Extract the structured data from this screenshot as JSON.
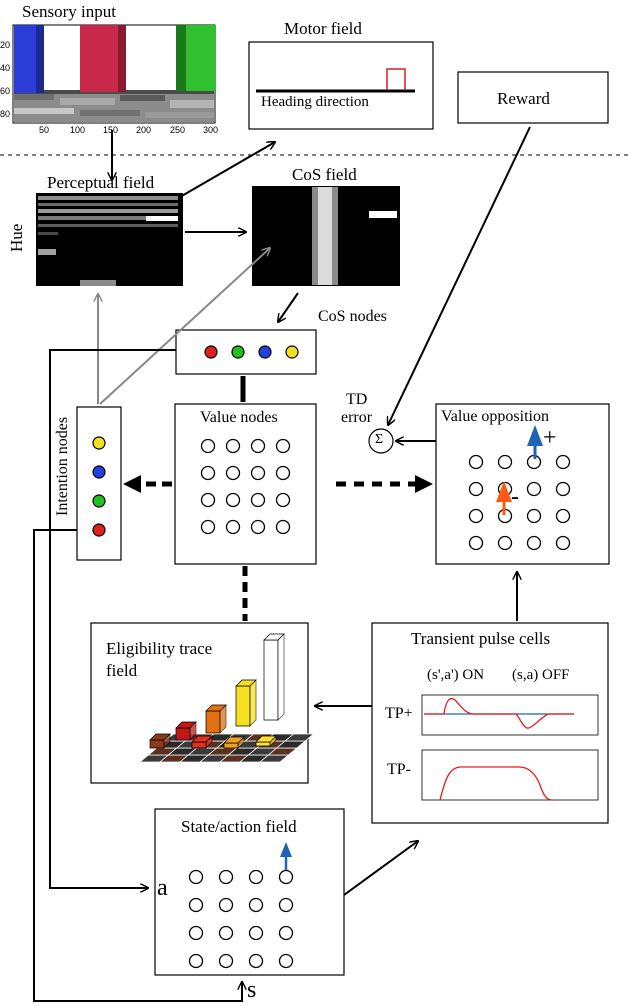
{
  "sensory": {
    "title": "Sensory input",
    "y_ticks": [
      "20",
      "40",
      "60",
      "80"
    ],
    "x_ticks": [
      "50",
      "100",
      "150",
      "200",
      "250",
      "300"
    ]
  },
  "motor": {
    "title": "Motor field",
    "axis_label": "Heading direction"
  },
  "reward": {
    "label": "Reward"
  },
  "perceptual": {
    "title": "Perceptual field",
    "axis_label": "Hue"
  },
  "cos_field": {
    "title": "CoS field"
  },
  "cos_nodes": {
    "title": "CoS nodes",
    "colors": [
      "#e02020",
      "#20c020",
      "#2040e0",
      "#f0e020"
    ]
  },
  "intention": {
    "title": "Intention nodes",
    "colors": [
      "#f0e020",
      "#2040e0",
      "#20c020",
      "#e02020"
    ]
  },
  "value_nodes": {
    "title": "Value nodes"
  },
  "td": {
    "line1": "TD",
    "line2": "error",
    "sum_symbol": "Σ"
  },
  "value_opposition": {
    "title": "Value opposition",
    "plus": "+",
    "minus": "-",
    "plus_arrow_color": "#1f64b4",
    "minus_arrow_color": "#ff5a14"
  },
  "eligibility": {
    "line1": "Eligibility trace",
    "line2": "field"
  },
  "transient": {
    "title": "Transient pulse cells",
    "on_label": "(s',a') ON",
    "off_label": "(s,a) OFF",
    "tp_plus": "TP+",
    "tp_minus": "TP-"
  },
  "state_action": {
    "title": "State/action field",
    "a_label": "a",
    "s_label": "s",
    "arrow_color": "#1f64b4"
  }
}
